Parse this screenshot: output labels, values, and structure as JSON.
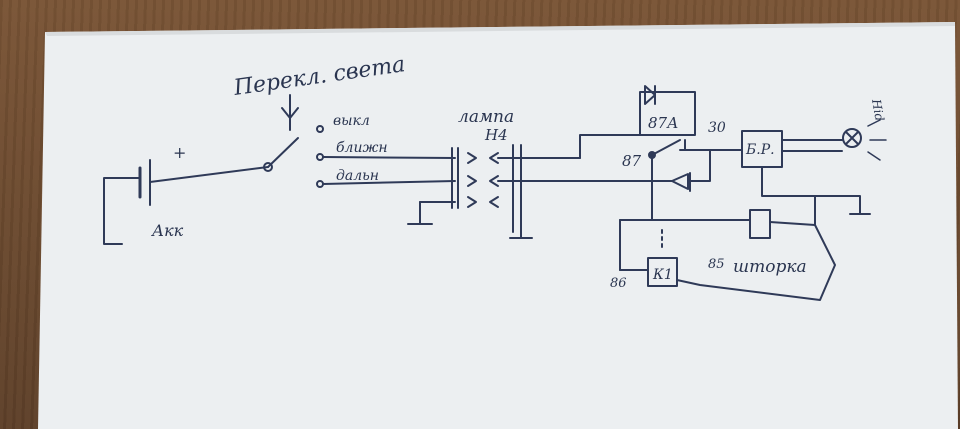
{
  "labels": {
    "switch_title": "Перекл. света",
    "pos_off": "выкл",
    "pos_low": "ближн",
    "pos_high": "дальн",
    "lamp": "лампа",
    "lamp_type": "Н4",
    "battery": "Акк",
    "plus": "+",
    "pin_87a": "87А",
    "pin_87": "87",
    "pin_30": "30",
    "pin_86": "86",
    "pin_85": "85",
    "relay": "К1",
    "ballast": "Б.Р.",
    "shutter": "шторка",
    "xenon": "Hid"
  },
  "colors": {
    "paper": "#eef0f2",
    "ink": "#2a3550",
    "wood": "#6b4a2f"
  }
}
